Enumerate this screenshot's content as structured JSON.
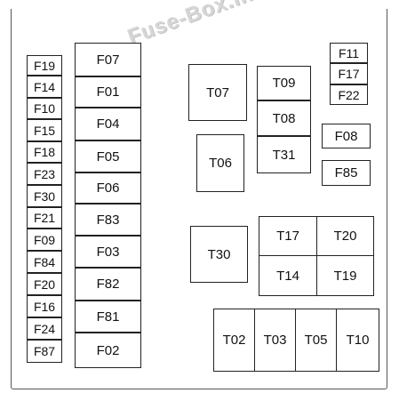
{
  "watermark": "Fuse-Box.inFo",
  "left_small_fuses": [
    "F19",
    "F14",
    "F10",
    "F15",
    "F18",
    "F23",
    "F30",
    "F21",
    "F09",
    "F84",
    "F20",
    "F16",
    "F24",
    "F87"
  ],
  "left_large_fuses": [
    "F07",
    "F01",
    "F04",
    "F05",
    "F06",
    "F83",
    "F03",
    "F82",
    "F81",
    "F02"
  ],
  "top_right_small_fuses": [
    "F11",
    "F17",
    "F22"
  ],
  "mid_fuses": [
    "F08",
    "F85"
  ],
  "relays_upper": [
    "T07",
    "T09",
    "T08",
    "T31",
    "T06"
  ],
  "relay_t30": "T30",
  "relay_grid": [
    "T17",
    "T20",
    "T14",
    "T19"
  ],
  "relay_bottom_row": [
    "T02",
    "T03",
    "T05",
    "T10"
  ]
}
